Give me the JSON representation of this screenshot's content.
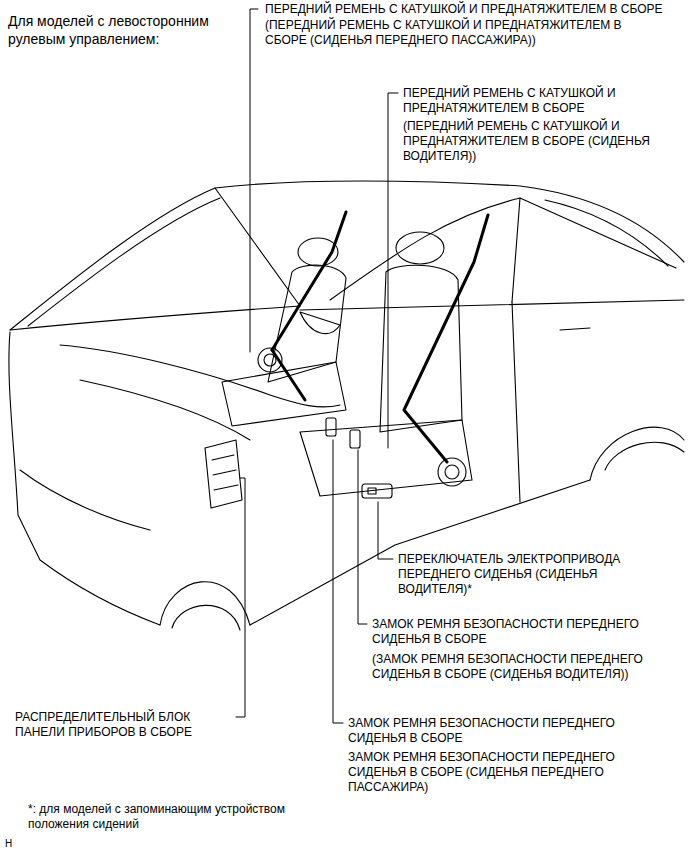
{
  "diagram": {
    "title": "Для моделей с левосторонним рулевым управлением:",
    "caption": "*: для моделей с запоминающим устройством положения сидений",
    "labels": [
      "ПЕРЕДНИЙ РЕМЕНЬ С КАТУШКОЙ И ПРЕДНАТЯЖИТЕЛЕМ В СБОРЕ",
      "(ПЕРЕДНИЙ РЕМЕНЬ С КАТУШКОЙ И ПРЕДНАТЯЖИТЕЛЕМ В СБОРЕ (СИДЕНЬЯ ПЕРЕДНЕГО ПАССАЖИРА))",
      "ПЕРЕДНИЙ РЕМЕНЬ С КАТУШКОЙ И ПРЕДНАТЯЖИТЕЛЕМ В СБОРЕ",
      "(ПЕРЕДНИЙ РЕМЕНЬ С КАТУШКОЙ И ПРЕДНАТЯЖИТЕЛЕМ В СБОРЕ (СИДЕНЬЯ ВОДИТЕЛЯ))",
      "ПЕРЕКЛЮЧАТЕЛЬ ЭЛЕКТРОПРИВОДА ПЕРЕДНЕГО СИДЕНЬЯ (СИДЕНЬЯ ВОДИТЕЛЯ)*",
      "ЗАМОК РЕМНЯ БЕЗОПАСНОСТИ ПЕРЕДНЕГО СИДЕНЬЯ В СБОРЕ",
      "(ЗАМОК РЕМНЯ БЕЗОПАСНОСТИ ПЕРЕДНЕГО СИДЕНЬЯ В СБОРЕ (СИДЕНЬЯ ВОДИТЕЛЯ))",
      "РАСПРЕДЕЛИТЕЛЬНЫЙ БЛОК ПАНЕЛИ ПРИБОРОВ В СБОРЕ",
      "ЗАМОК РЕМНЯ БЕЗОПАСНОСТИ ПЕРЕДНЕГО СИДЕНЬЯ В СБОРЕ",
      "ЗАМОК РЕМНЯ БЕЗОПАСНОСТИ ПЕРЕДНЕГО СИДЕНЬЯ В СБОРЕ (СИДЕНЬЯ ПЕРЕДНЕГО ПАССАЖИРА)",
      "H"
    ]
  }
}
